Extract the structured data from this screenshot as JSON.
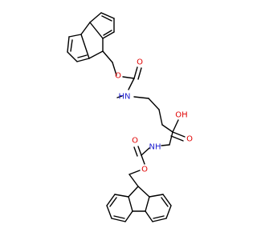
{
  "colors": {
    "bond": "#000000",
    "oxygen": "#e00000",
    "nitrogen": "#2020d0",
    "background": "#ffffff"
  },
  "labels": {
    "o_ester_top": "O",
    "o_carbonyl_top": "O",
    "nh_top": "HN",
    "oh_acid": "OH",
    "o_acid": "O",
    "nh_bottom": "NH",
    "o_carbonyl_bottom": "O",
    "o_ester_bottom": "O"
  }
}
